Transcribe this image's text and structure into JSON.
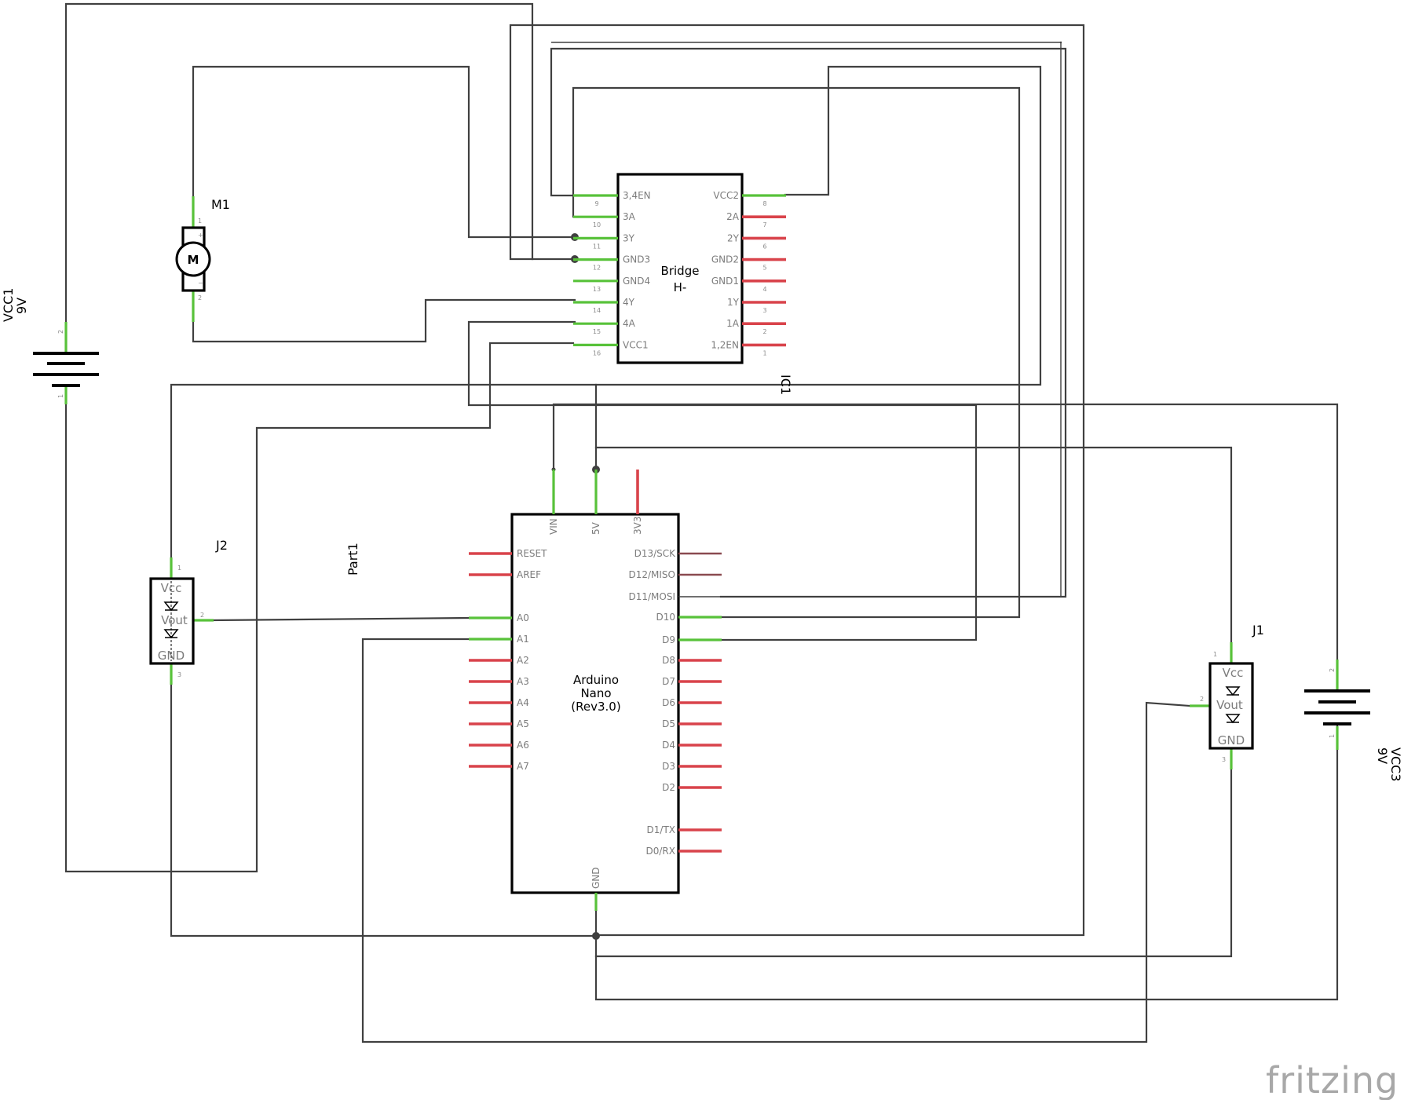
{
  "parts": {
    "motor": {
      "ref": "M1",
      "glyph": "M",
      "plus": "+",
      "minus": "−",
      "pin1": "1",
      "pin2": "2"
    },
    "battery1": {
      "ref": "VCC1",
      "value": "9V",
      "pin1": "1",
      "pin2": "2"
    },
    "battery2": {
      "ref": "VCC3",
      "value": "9V",
      "pin1": "1",
      "pin2": "2"
    },
    "bridge": {
      "ref": "IC1",
      "title_line1": "Bridge",
      "title_line2": "H-",
      "left_pins": [
        {
          "label": "3,4EN",
          "num": "9",
          "state": "connected"
        },
        {
          "label": "3A",
          "num": "10",
          "state": "connected"
        },
        {
          "label": "3Y",
          "num": "11",
          "state": "connected"
        },
        {
          "label": "GND3",
          "num": "12",
          "state": "connected"
        },
        {
          "label": "GND4",
          "num": "13",
          "state": "connected"
        },
        {
          "label": "4Y",
          "num": "14",
          "state": "connected"
        },
        {
          "label": "4A",
          "num": "15",
          "state": "connected"
        },
        {
          "label": "VCC1",
          "num": "16",
          "state": "connected"
        }
      ],
      "right_pins": [
        {
          "label": "VCC2",
          "num": "8",
          "state": "connected"
        },
        {
          "label": "2A",
          "num": "7",
          "state": "unconnected"
        },
        {
          "label": "2Y",
          "num": "6",
          "state": "unconnected"
        },
        {
          "label": "GND2",
          "num": "5",
          "state": "unconnected"
        },
        {
          "label": "GND1",
          "num": "4",
          "state": "unconnected"
        },
        {
          "label": "1Y",
          "num": "3",
          "state": "unconnected"
        },
        {
          "label": "1A",
          "num": "2",
          "state": "unconnected"
        },
        {
          "label": "1,2EN",
          "num": "1",
          "state": "unconnected"
        }
      ]
    },
    "arduino": {
      "ref": "Part1",
      "title_line1": "Arduino",
      "title_line2": "Nano",
      "title_line3": "(Rev3.0)",
      "top_pins": [
        {
          "label": "VIN",
          "state": "connected"
        },
        {
          "label": "5V",
          "state": "connected"
        },
        {
          "label": "3V3",
          "state": "unconnected"
        }
      ],
      "bottom_pin": {
        "label": "GND",
        "state": "connected"
      },
      "left_pins": [
        {
          "label": "RESET",
          "state": "unconnected"
        },
        {
          "label": "AREF",
          "state": "unconnected"
        },
        {
          "label": "A0",
          "state": "connected"
        },
        {
          "label": "A1",
          "state": "connected"
        },
        {
          "label": "A2",
          "state": "unconnected"
        },
        {
          "label": "A3",
          "state": "unconnected"
        },
        {
          "label": "A4",
          "state": "unconnected"
        },
        {
          "label": "A5",
          "state": "unconnected"
        },
        {
          "label": "A6",
          "state": "unconnected"
        },
        {
          "label": "A7",
          "state": "unconnected"
        }
      ],
      "right_pins": [
        {
          "label": "D13/SCK",
          "state": "dark"
        },
        {
          "label": "D12/MISO",
          "state": "dark"
        },
        {
          "label": "D11/MOSI",
          "state": "wired"
        },
        {
          "label": "D10",
          "state": "connected"
        },
        {
          "label": "D9",
          "state": "connected"
        },
        {
          "label": "D8",
          "state": "unconnected"
        },
        {
          "label": "D7",
          "state": "unconnected"
        },
        {
          "label": "D6",
          "state": "unconnected"
        },
        {
          "label": "D5",
          "state": "unconnected"
        },
        {
          "label": "D4",
          "state": "unconnected"
        },
        {
          "label": "D3",
          "state": "unconnected"
        },
        {
          "label": "D2",
          "state": "unconnected"
        },
        {
          "label": "D1/TX",
          "state": "unconnected"
        },
        {
          "label": "D0/RX",
          "state": "unconnected"
        }
      ]
    },
    "sensor_j2": {
      "ref": "J2",
      "vcc": "Vcc",
      "vout": "Vout",
      "gnd": "GND",
      "pin1": "1",
      "pin2": "2",
      "pin3": "3"
    },
    "sensor_j1": {
      "ref": "J1",
      "vcc": "Vcc",
      "vout": "Vout",
      "gnd": "GND",
      "pin1": "1",
      "pin2": "2",
      "pin3": "3"
    }
  },
  "colors": {
    "wire": "#404040",
    "connected_pin": "#58c23a",
    "unconnected_pin": "#d9434b",
    "part_outline": "#000000",
    "label": "#7c7c7c"
  },
  "branding": {
    "text": "fritzing"
  }
}
